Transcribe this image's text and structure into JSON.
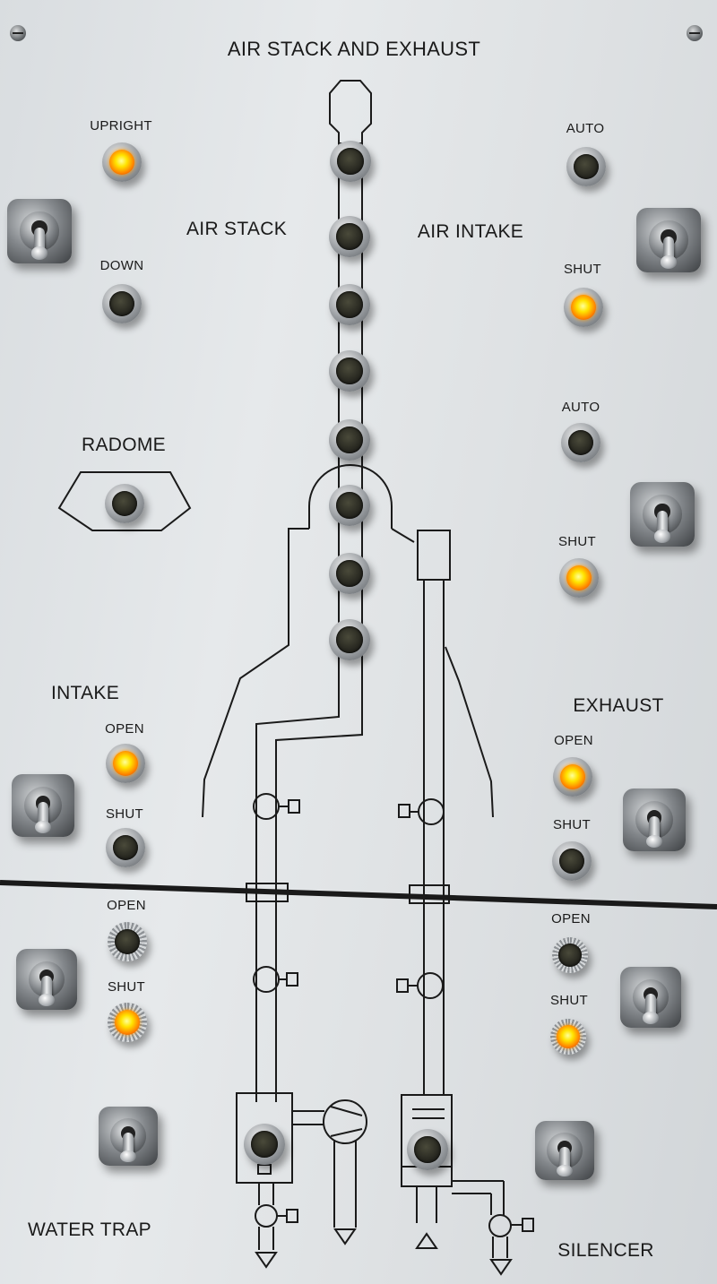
{
  "panel": {
    "title": "AIR STACK AND EXHAUST",
    "labels": {
      "air_stack": "AIR STACK",
      "air_intake": "AIR INTAKE",
      "radome": "RADOME",
      "intake": "INTAKE",
      "exhaust": "EXHAUST",
      "water_trap": "WATER TRAP",
      "silencer": "SILENCER"
    }
  },
  "indicators": {
    "air_stack_upright": {
      "label": "UPRIGHT",
      "lit": true
    },
    "air_stack_down": {
      "label": "DOWN",
      "lit": false
    },
    "air_intake_upper_auto": {
      "label": "AUTO",
      "lit": false
    },
    "air_intake_upper_shut": {
      "label": "SHUT",
      "lit": true
    },
    "air_intake_lower_auto": {
      "label": "AUTO",
      "lit": false
    },
    "air_intake_lower_shut": {
      "label": "SHUT",
      "lit": true
    },
    "radome": {
      "lit": false
    },
    "intake_open": {
      "label": "OPEN",
      "lit": true
    },
    "intake_shut": {
      "label": "SHUT",
      "lit": false
    },
    "exhaust_open": {
      "label": "OPEN",
      "lit": true
    },
    "exhaust_shut": {
      "label": "SHUT",
      "lit": false
    },
    "lower_left_open": {
      "label": "OPEN",
      "lit": false
    },
    "lower_left_shut": {
      "label": "SHUT",
      "lit": true
    },
    "lower_right_open": {
      "label": "OPEN",
      "lit": false
    },
    "lower_right_shut": {
      "label": "SHUT",
      "lit": true
    },
    "stack_column": [
      false,
      false,
      false,
      false,
      false,
      false,
      false,
      false
    ],
    "water_trap_lamp": {
      "lit": false
    },
    "silencer_lamp": {
      "lit": false
    }
  },
  "colors": {
    "panel": "#e2e5e7",
    "line": "#1a1a1a",
    "lamp_on": "#ffd400",
    "lamp_off": "#2a2a22"
  }
}
